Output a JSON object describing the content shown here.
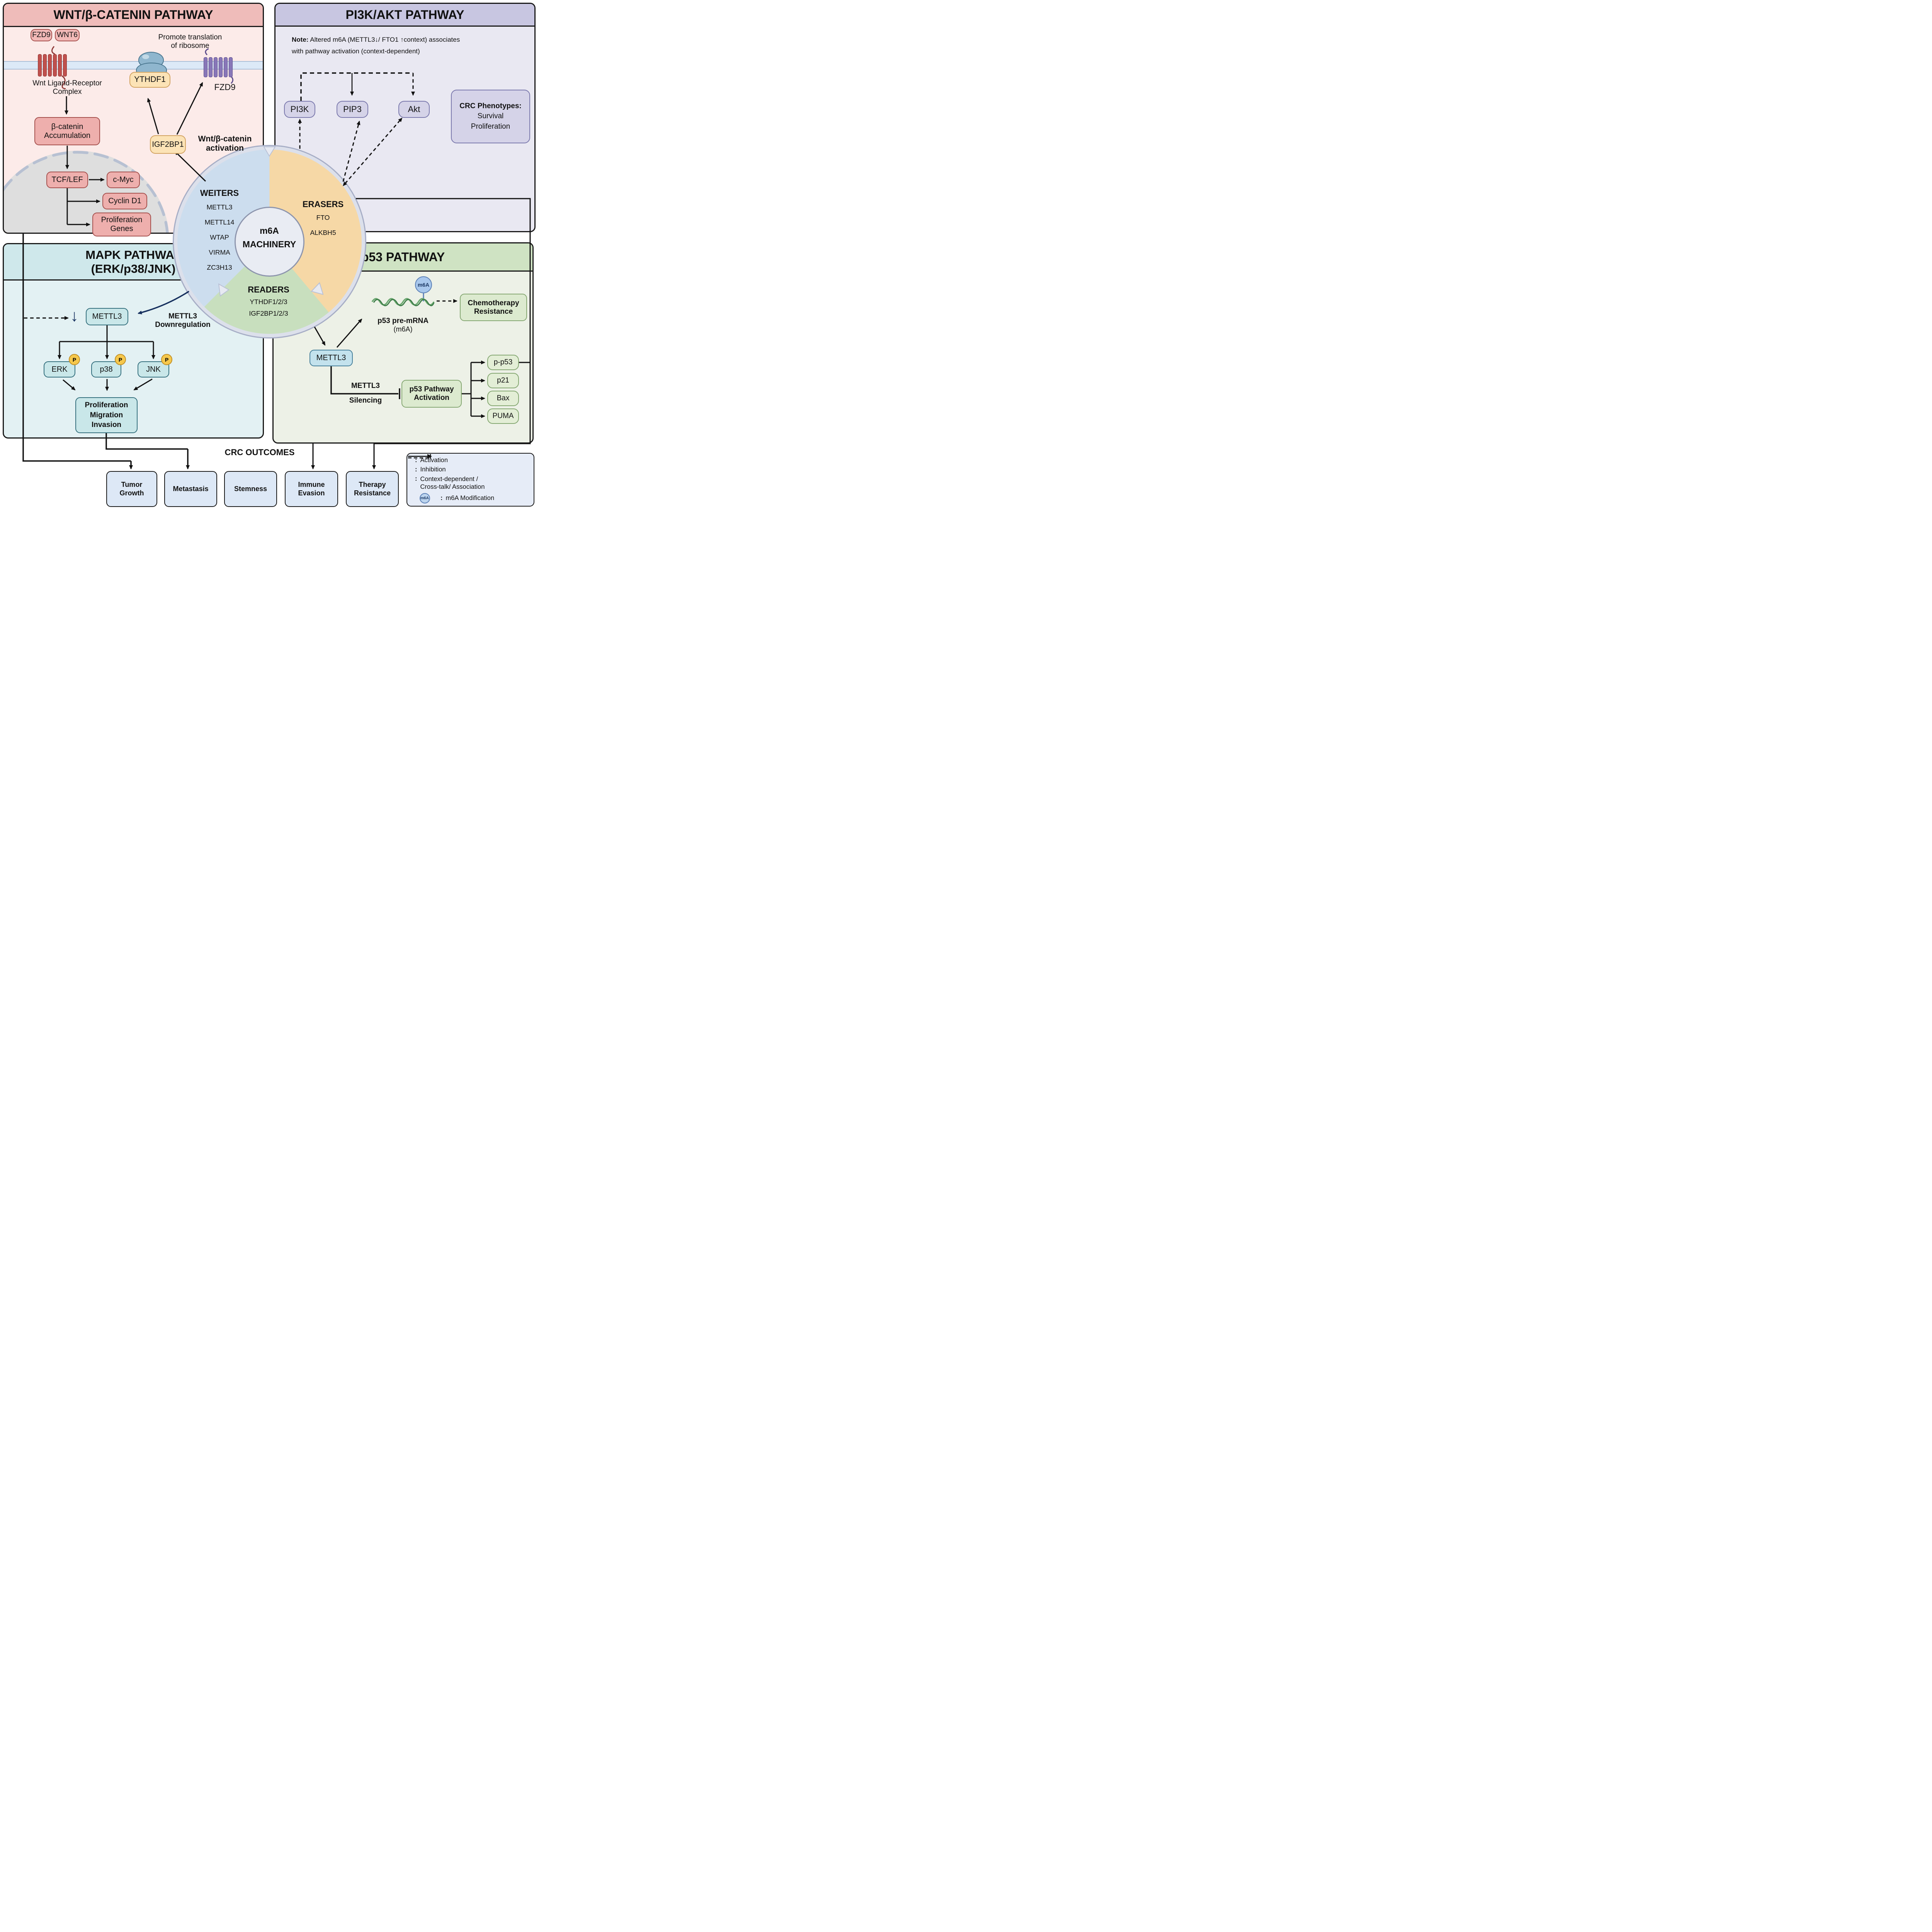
{
  "wnt": {
    "title": "WNT/β-CATENIN PATHWAY",
    "fzd9_pill": "FZD9",
    "wnt6_pill": "WNT6",
    "promote1": "Promote translation",
    "promote2": "of ribosome",
    "ythdf1": "YTHDF1",
    "fzd9_receptor": "FZD9",
    "ligand1": "Wnt Ligand-Receptor",
    "ligand2": "Complex",
    "bcat1": "β-catenin",
    "bcat2": "Accumulation",
    "tcflef": "TCF/LEF",
    "cmyc": "c-Myc",
    "cyclind1": "Cyclin D1",
    "prolif1": "Proliferation",
    "prolif2": "Genes",
    "igf2bp1": "IGF2BP1",
    "activation1": "Wnt/β-catenin",
    "activation2": "activation"
  },
  "pi3k": {
    "title": "PI3K/AKT PATHWAY",
    "note_bold": "Note:",
    "note_rest": " Altered m6A (METTL3↓/ FTO1 ↑context) associates",
    "note_line2": "with pathway activation (context-dependent)",
    "pi3k": "PI3K",
    "pip3": "PIP3",
    "akt": "Akt",
    "pheno_title": "CRC Phenotypes:",
    "pheno1": "Survival",
    "pheno2": "Proliferation"
  },
  "circle": {
    "writers_title": "WEITERS",
    "writers": [
      "METTL3",
      "METTL14",
      "WTAP",
      "VIRMA",
      "ZC3H13"
    ],
    "erasers_title": "ERASERS",
    "erasers": [
      "FTO",
      "ALKBH5"
    ],
    "readers_title": "READERS",
    "readers": [
      "YTHDF1/2/3",
      "IGF2BP1/2/3"
    ],
    "center1": "m6A",
    "center2": "MACHINERY"
  },
  "mapk": {
    "title1": "MAPK PATHWAY",
    "title2": "(ERK/p38/JNK)",
    "mettl3": "METTL3",
    "down_glyph": "↓",
    "downreg1": "METTL3",
    "downreg2": "Downregulation",
    "erk": "ERK",
    "p38": "p38",
    "jnk": "JNK",
    "p": "P",
    "prolif1": "Proliferation",
    "prolif2": "Migration",
    "prolif3": "Invasion"
  },
  "p53": {
    "title": "p53 PATHWAY",
    "m6a_badge": "m6A",
    "premrna1": "p53 pre-mRNA",
    "premrna2": "(m6A)",
    "chemo1": "Chemotherapy",
    "chemo2": "Resistance",
    "mettl3": "METTL3",
    "silencing1": "METTL3",
    "silencing2": "Silencing",
    "activation1": "p53 Pathway",
    "activation2": "Activation",
    "targets": [
      "p-p53",
      "p21",
      "Bax",
      "PUMA"
    ]
  },
  "outcomes": {
    "header": "CRC OUTCOMES",
    "items": [
      "Tumor Growth",
      "Metastasis",
      "Stemness",
      "Immune Evasion",
      "Therapy Resistance"
    ]
  },
  "legend": {
    "activation": "Activation",
    "inhibition": "Inhibition",
    "context1": "Context-dependent /",
    "context2": "Cross-talk/ Association",
    "m6a_badge": "m6A",
    "m6a_label": "m6A Modification",
    "colon": ":"
  },
  "colors": {
    "wnt_header": "#efbcba",
    "pi3k_header": "#c8c6e1",
    "mapk_header": "#cfe8eb",
    "p53_header": "#cfe3c3",
    "writers_sector": "#ccddee",
    "erasers_sector": "#f6d8a6",
    "readers_sector": "#c8dfbe",
    "navy_accent": "#16305e"
  }
}
